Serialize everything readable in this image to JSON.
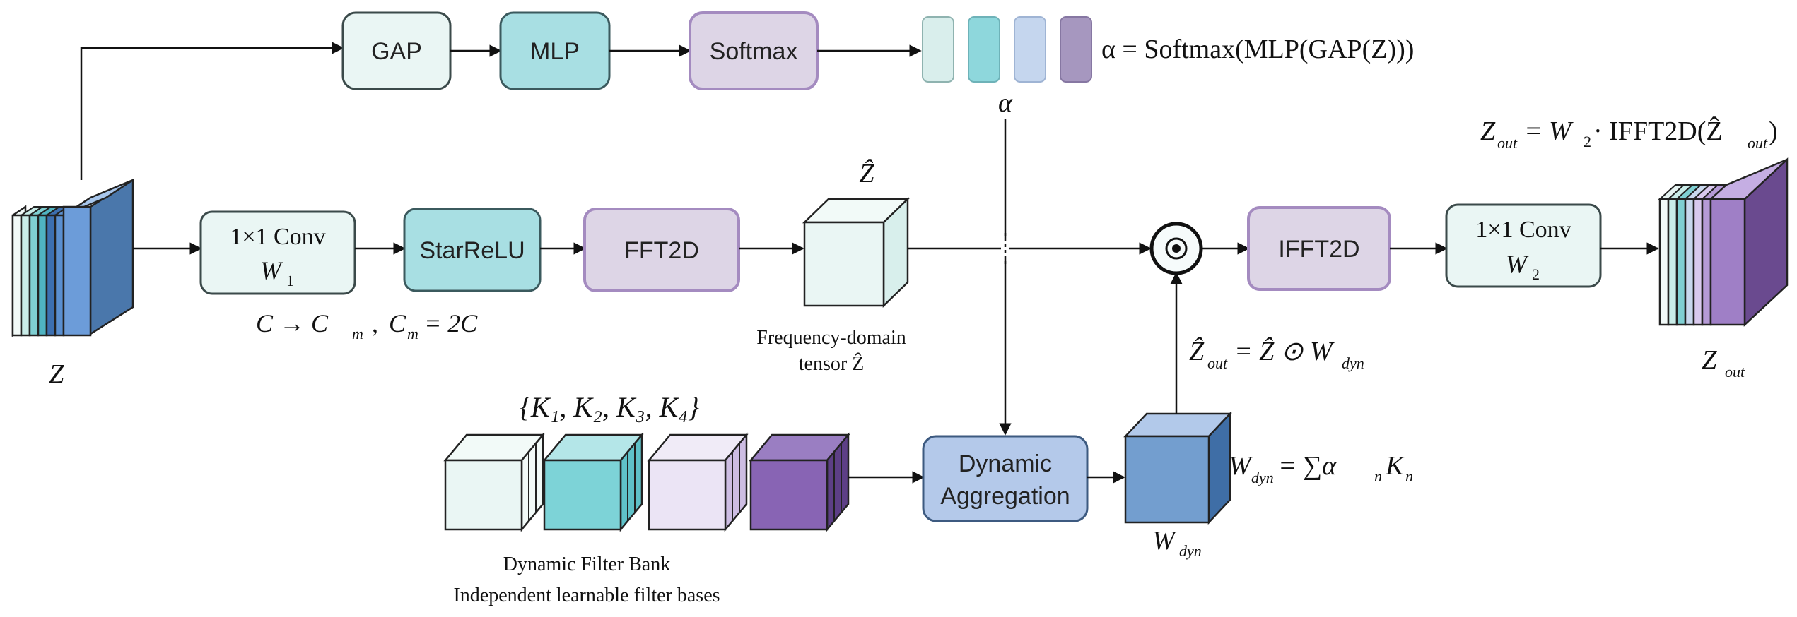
{
  "top_branch": {
    "gap_label": "GAP",
    "mlp_label": "MLP",
    "softmax_label": "Softmax",
    "alpha_symbol": "α",
    "alpha_equation": "α = Softmax(MLP(GAP(Z)))"
  },
  "main_branch": {
    "input_symbol": "Z",
    "conv1_line1": "1×1 Conv",
    "conv1_w": "W",
    "conv1_w_sub": "1",
    "channel_note_a": "C → C",
    "channel_note_a_sub": "m",
    "channel_note_b": "C",
    "channel_note_b_sub": "m",
    "channel_note_b_rest": " = 2C",
    "starrelu_label": "StarReLU",
    "fft_label": "FFT2D",
    "zhat_symbol": "Ẑ",
    "freq_caption_line1": "Frequency-domain",
    "freq_caption_line2": "tensor Ẑ",
    "odot_symbol": "⊙",
    "ifft_label": "IFFT2D",
    "conv2_line1": "1×1 Conv",
    "conv2_w": "W",
    "conv2_w_sub": "2",
    "output_symbol": "Z",
    "output_sub": "out",
    "output_eq_lhs": "Z",
    "output_eq_lhs_sub": "out",
    "output_eq_mid": " = W",
    "output_eq_mid_sub": "2",
    "output_eq_rhs": " · IFFT2D(Ẑ",
    "output_eq_rhs_sub": "out",
    "output_eq_close": ")"
  },
  "bottom_branch": {
    "bank_set_label": "{K₁, K₂, K₃, K₄}",
    "bank_caption_line1": "Dynamic Filter Bank",
    "bank_caption_line2": "Independent learnable filter bases",
    "agg_line1": "Dynamic",
    "agg_line2": "Aggregation",
    "wdyn_symbol": "W",
    "wdyn_sub": "dyn",
    "wdyn_eq_lhs": "W",
    "wdyn_eq_lhs_sub": "dyn",
    "wdyn_eq_rhs": " = ∑α",
    "wdyn_eq_rhs_sub": "n",
    "wdyn_eq_rhs_end": "K",
    "wdyn_eq_rhs_end_sub": "n",
    "zout_eq_lhs": "Ẑ",
    "zout_eq_lhs_sub": "out",
    "zout_eq_rhs": " = Ẑ ⊙ W",
    "zout_eq_rhs_sub": "dyn"
  },
  "colors": {
    "mint_fill": "#eaf6f4",
    "mint_stroke": "#3b4a4a",
    "teal_fill": "#a8dfe3",
    "teal_stroke": "#3b5a5e",
    "lavender_fill": "#ddd5e6",
    "lavender_stroke": "#a48bc0",
    "blue_fill": "#b4c9ea",
    "blue_stroke": "#3d5a80",
    "arrow": "#111111"
  }
}
